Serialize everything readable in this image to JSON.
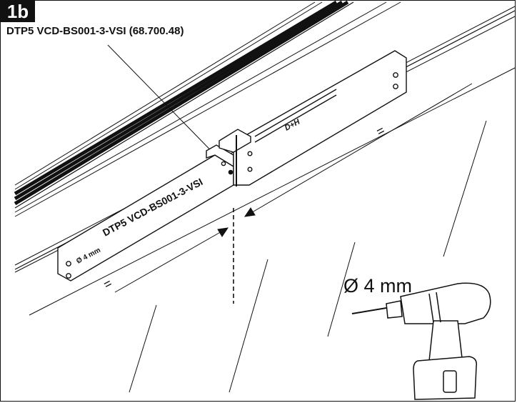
{
  "step": {
    "label": "1b"
  },
  "part": {
    "label": "DTP5 VCD-BS001-3-VSI (68.700.48)"
  },
  "plate": {
    "engraving": "DTP5 VCD-BS001-3-VSI",
    "hole_note": "Ø 4 mm",
    "logo": "D+H"
  },
  "equal_marks": {
    "upper": "=",
    "lower": "="
  },
  "drill": {
    "size_label": "Ø 4 mm"
  }
}
